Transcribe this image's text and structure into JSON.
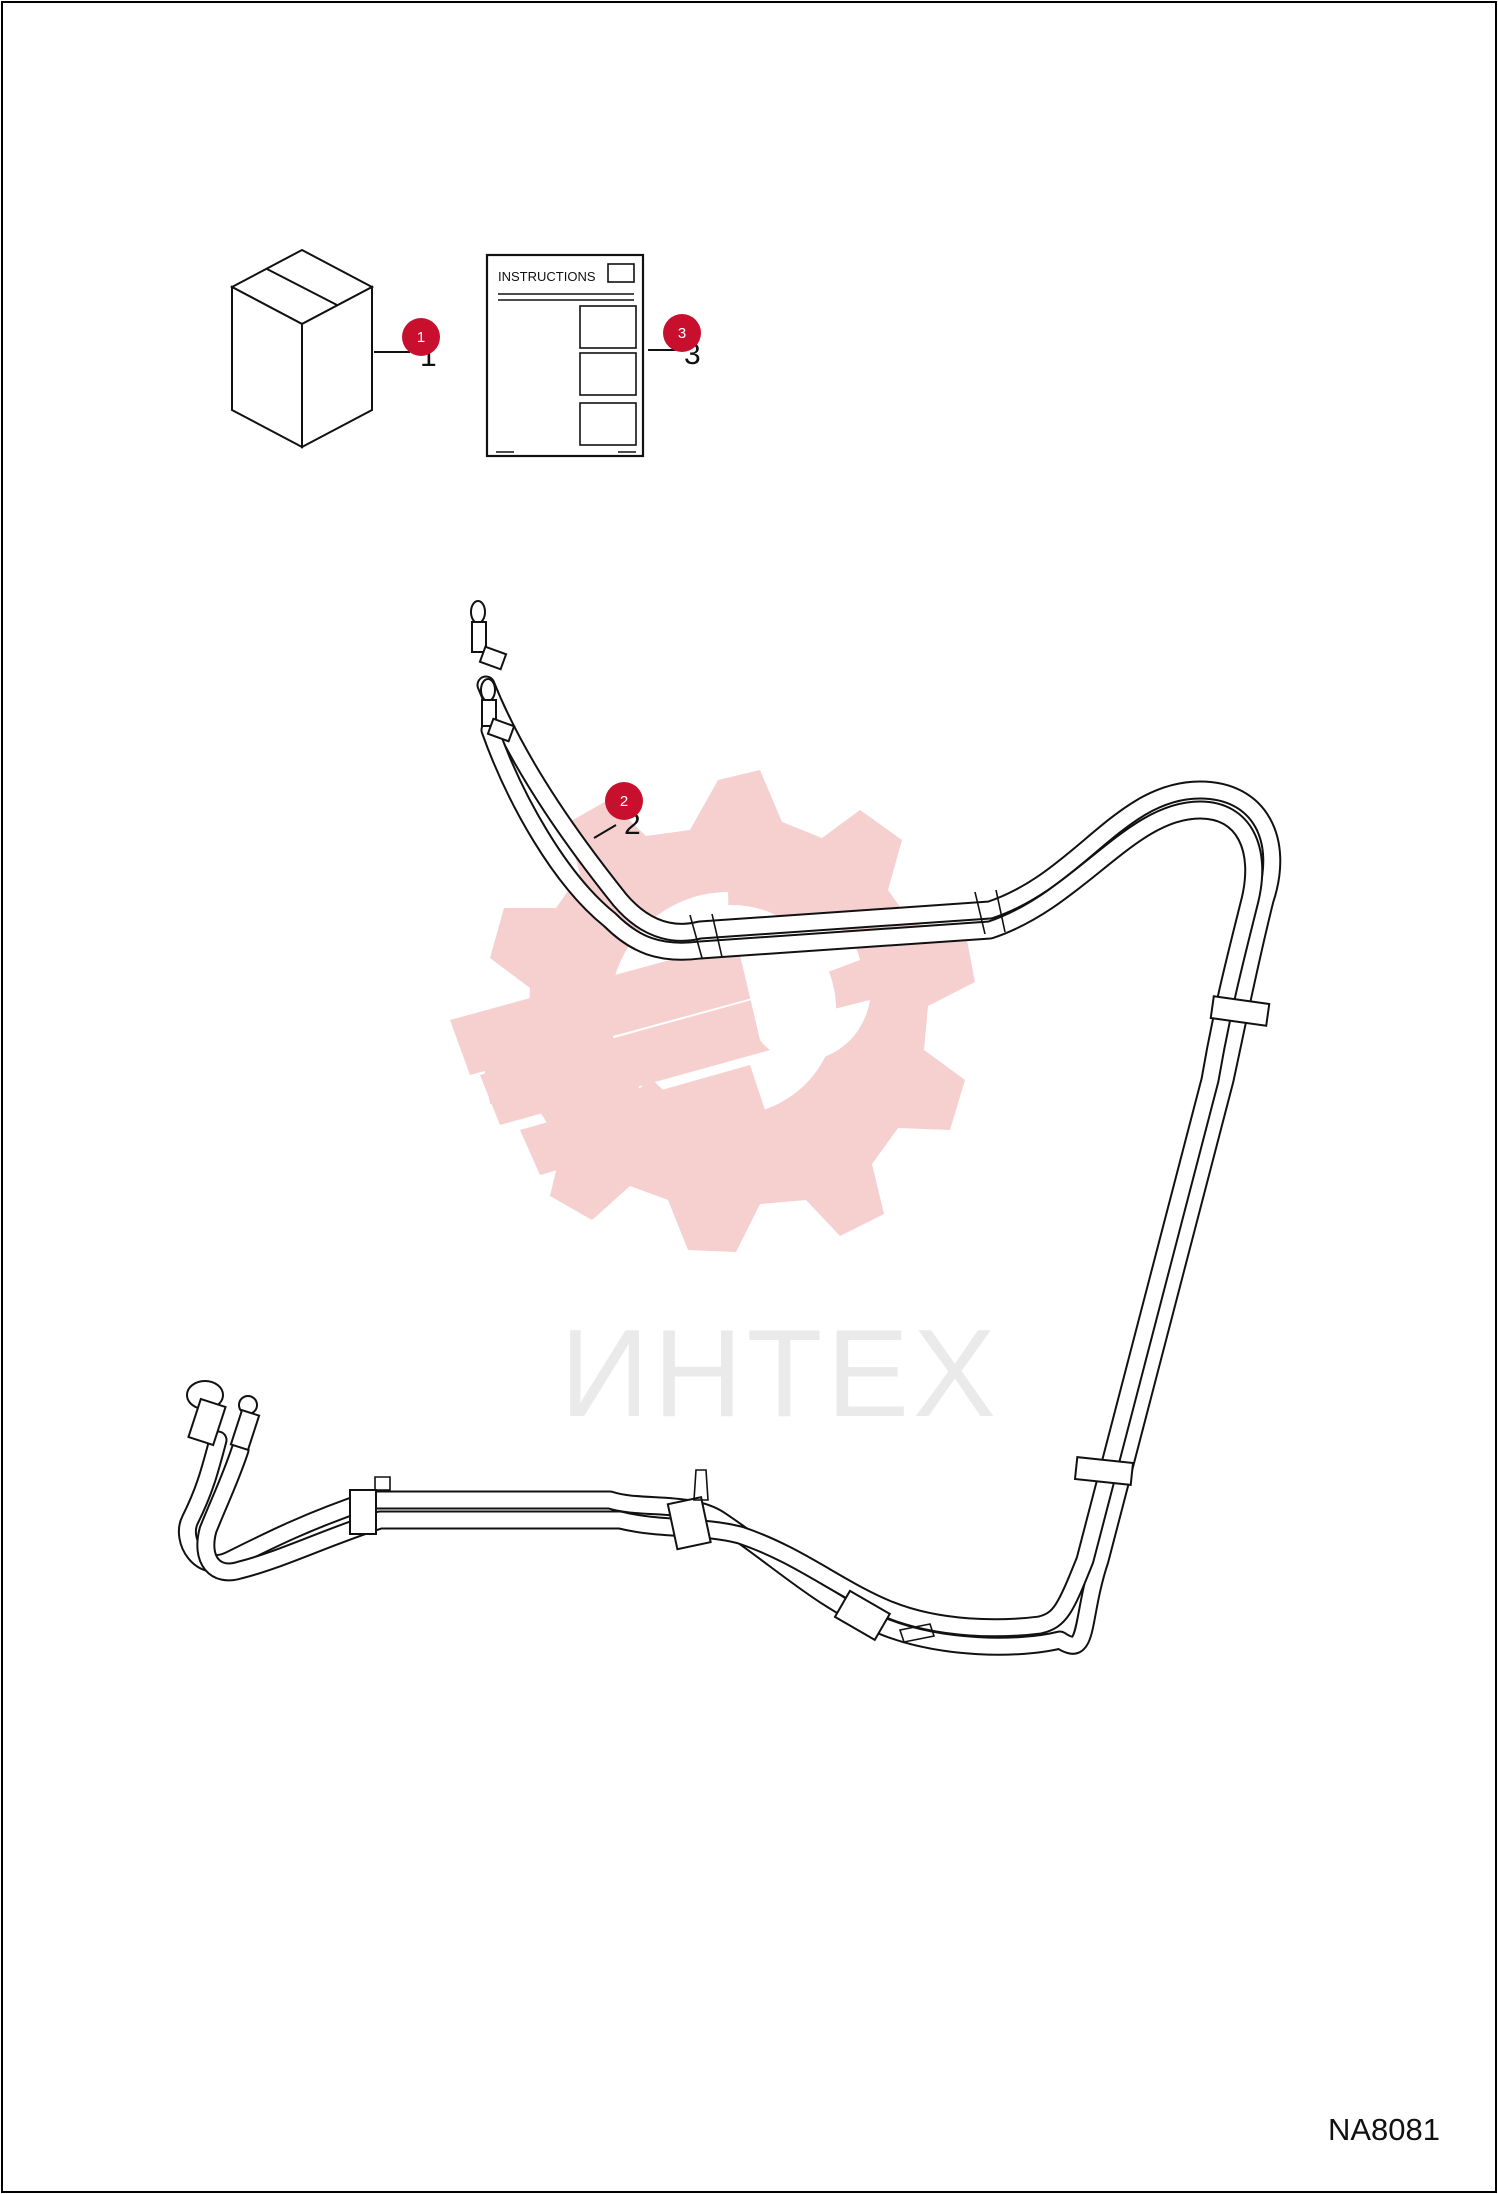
{
  "diagram": {
    "drawing_code": "NA8081",
    "watermark_text": "ИНТЕХ",
    "instruction_label": "INSTRUCTIONS",
    "parts": [
      {
        "number": "1",
        "badge": "1",
        "depicts": "box-icon"
      },
      {
        "number": "2",
        "badge": "2",
        "depicts": "hose-assembly"
      },
      {
        "number": "3",
        "badge": "3",
        "depicts": "instructions-sheet"
      }
    ],
    "colors": {
      "badge": "#c8102e",
      "watermark": "#f4c4c4",
      "line": "#111111",
      "frame": "#000000"
    }
  }
}
